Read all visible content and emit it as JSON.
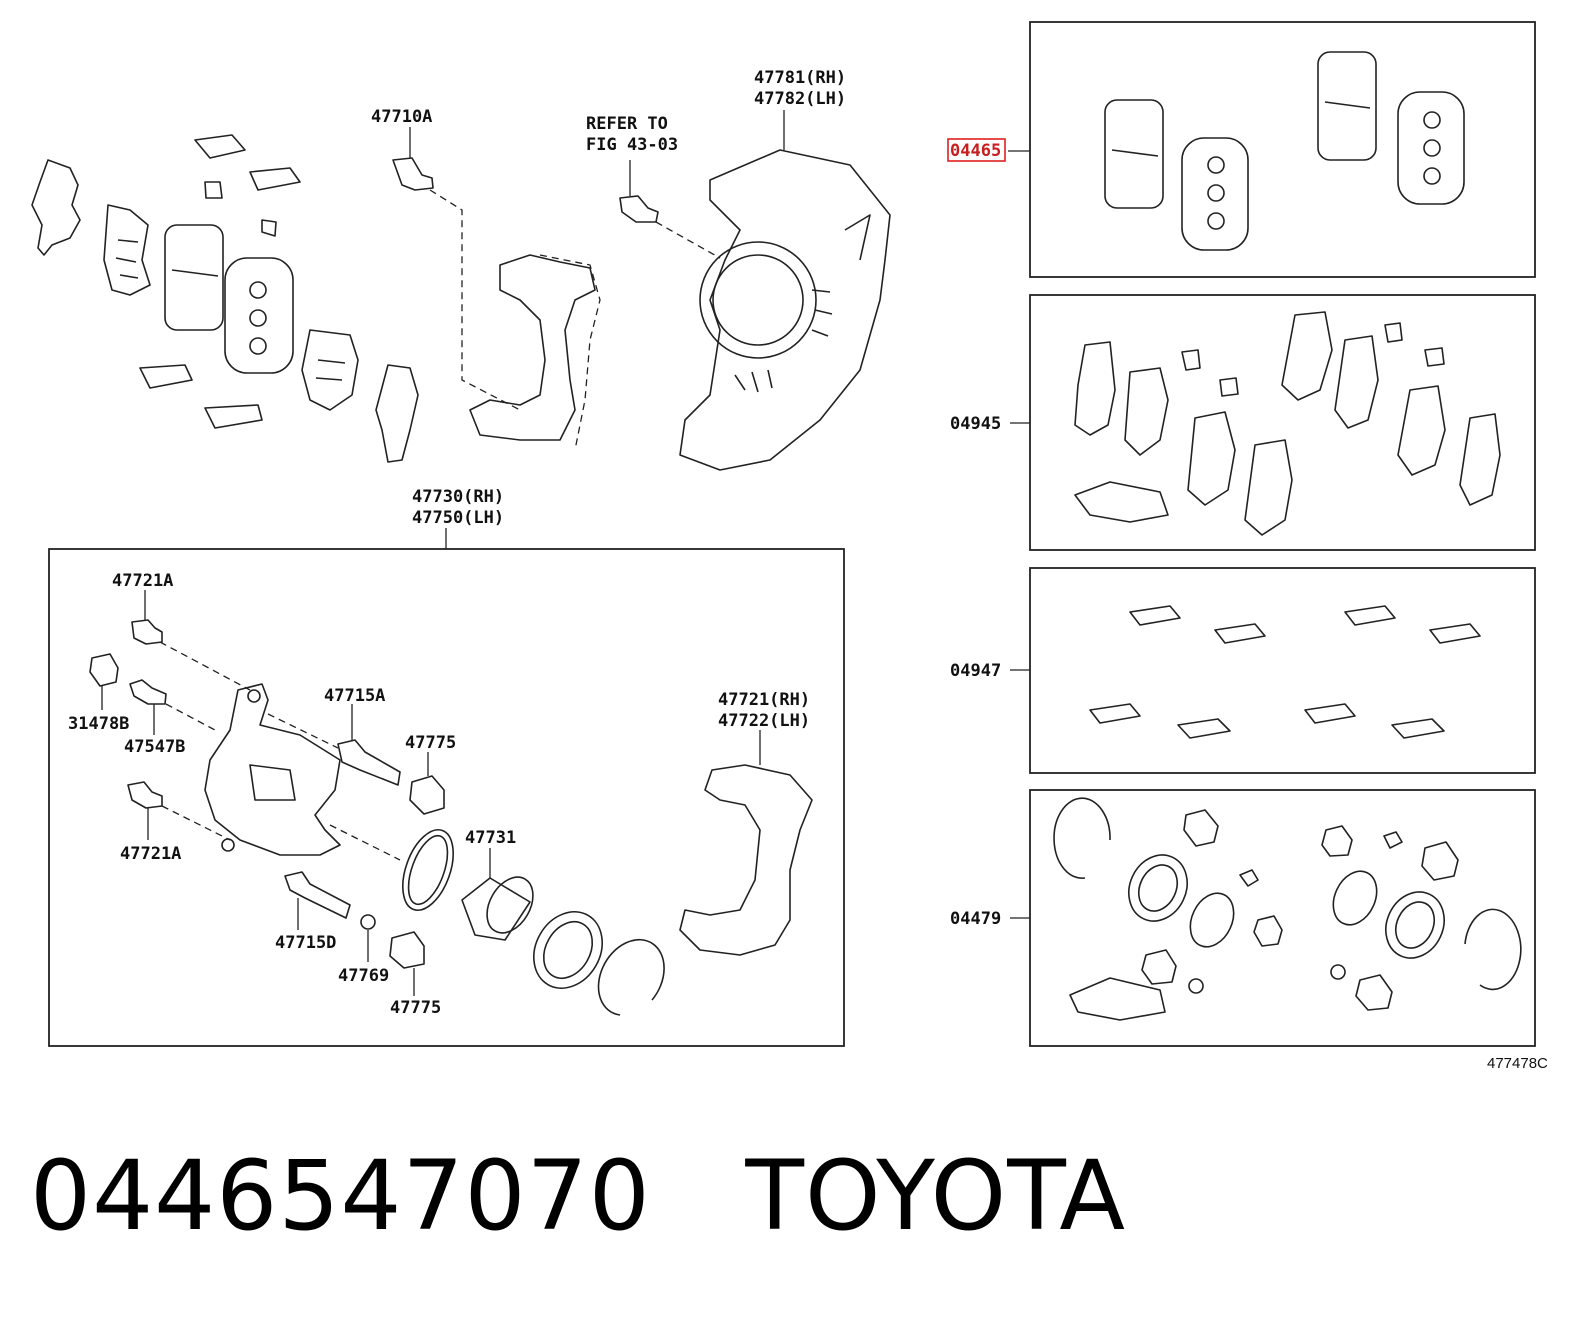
{
  "diagram": {
    "labels": {
      "l47710a": "47710A",
      "refer1": "REFER TO",
      "refer2": "FIG 43-03",
      "l47781": "47781(RH)",
      "l47782": "47782(LH)",
      "l47730": "47730(RH)",
      "l47750": "47750(LH)",
      "l47721a_top": "47721A",
      "l31478b": "31478B",
      "l47547b": "47547B",
      "l47721a_bot": "47721A",
      "l47715a": "47715A",
      "l47775_a": "47775",
      "l47731": "47731",
      "l47721": "47721(RH)",
      "l47722": "47722(LH)",
      "l47715d": "47715D",
      "l47769": "47769",
      "l47775_b": "47775",
      "l04465": "04465",
      "l04945": "04945",
      "l04947": "04947",
      "l04479": "04479",
      "drawing_no": "477478C"
    },
    "highlight_color": "#e02020"
  },
  "caption": {
    "part_number": "0446547070",
    "brand": "TOYOTA"
  }
}
